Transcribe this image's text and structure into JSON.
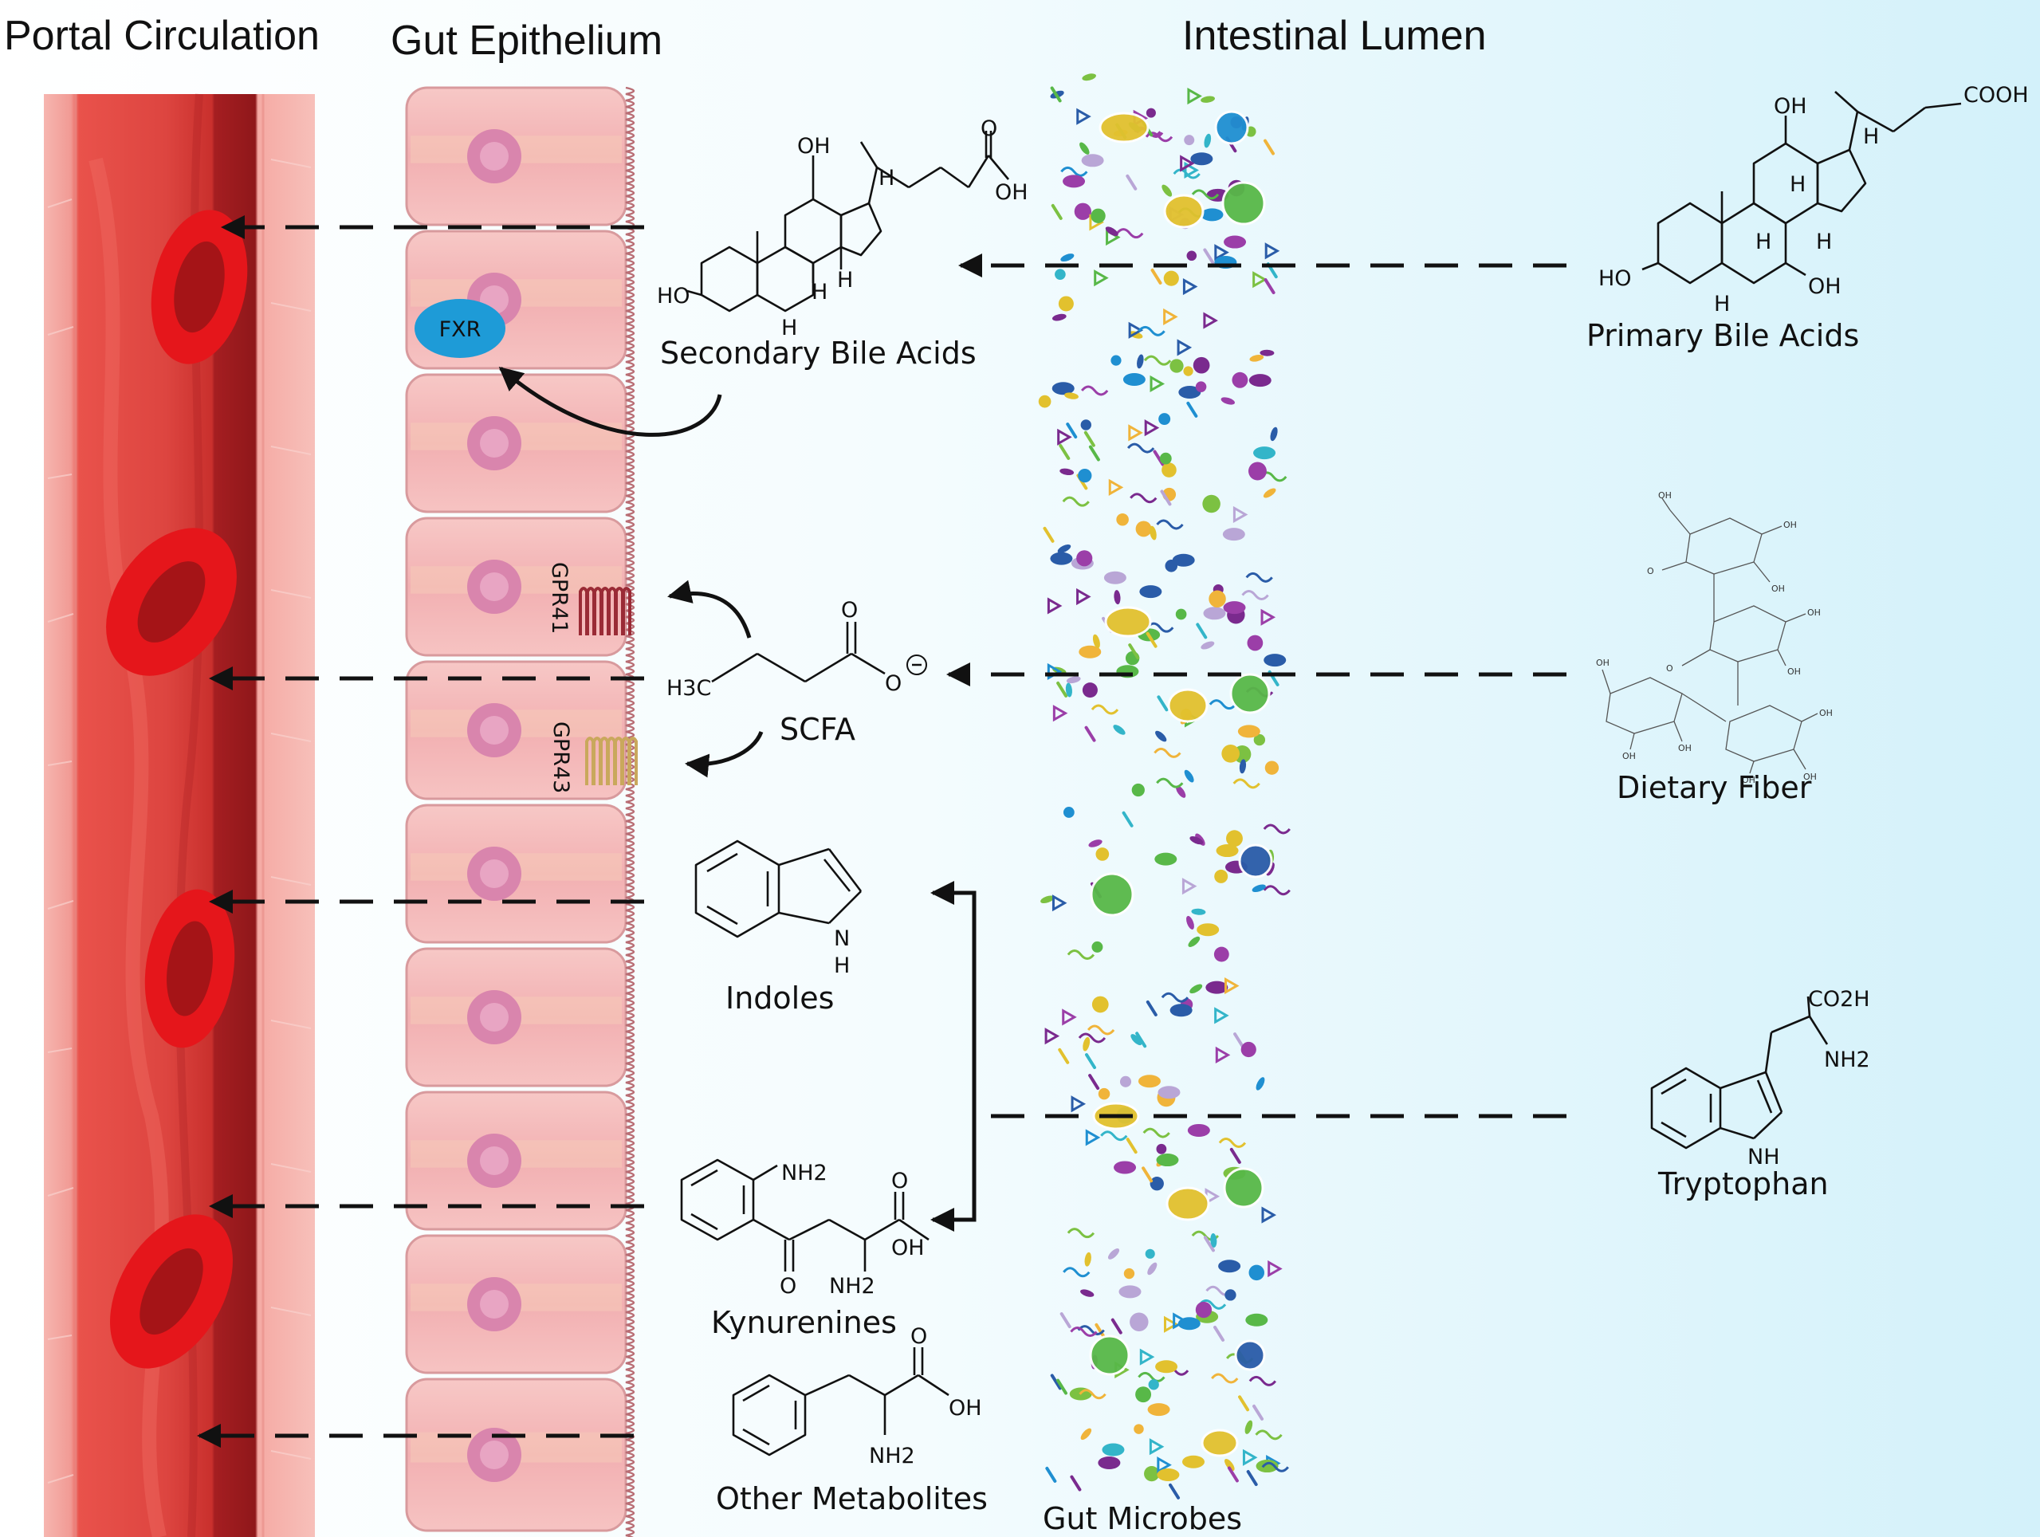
{
  "headers": {
    "portal": "Portal Circulation",
    "epithelium": "Gut Epithelium",
    "lumen": "Intestinal Lumen"
  },
  "labels": {
    "secondary_bile_acids": "Secondary Bile Acids",
    "primary_bile_acids": "Primary Bile Acids",
    "dietary_fiber": "Dietary Fiber",
    "scfa": "SCFA",
    "indoles": "Indoles",
    "kynurenines": "Kynurenines",
    "other_metabolites": "Other Metabolites",
    "tryptophan": "Tryptophan",
    "gut_microbes": "Gut Microbes"
  },
  "receptors": {
    "fxr": "FXR",
    "gpr41": "GPR41",
    "gpr43": "GPR43"
  },
  "chem": {
    "oh": "OH",
    "ho": "HO",
    "h": "H",
    "o": "O",
    "cooh": "COOH",
    "h3c": "H3C",
    "o_minus": "O",
    "nh": "NH",
    "n": "N",
    "nh2": "NH2",
    "co2h": "CO2H"
  },
  "colors": {
    "background_left": "#ffffff",
    "background_right": "#d6f3fb",
    "vessel_wall": "#f4a7a2",
    "vessel_inner": "#e8564e",
    "vessel_dark": "#a31f22",
    "red_blood_cell": "#e5161b",
    "epithelial_cell": "#f2b4b6",
    "cell_nucleus": "#d985ad",
    "fxr": "#1e9bd7",
    "gpr41": "#9a2b36",
    "gpr43": "#c9a85c"
  }
}
